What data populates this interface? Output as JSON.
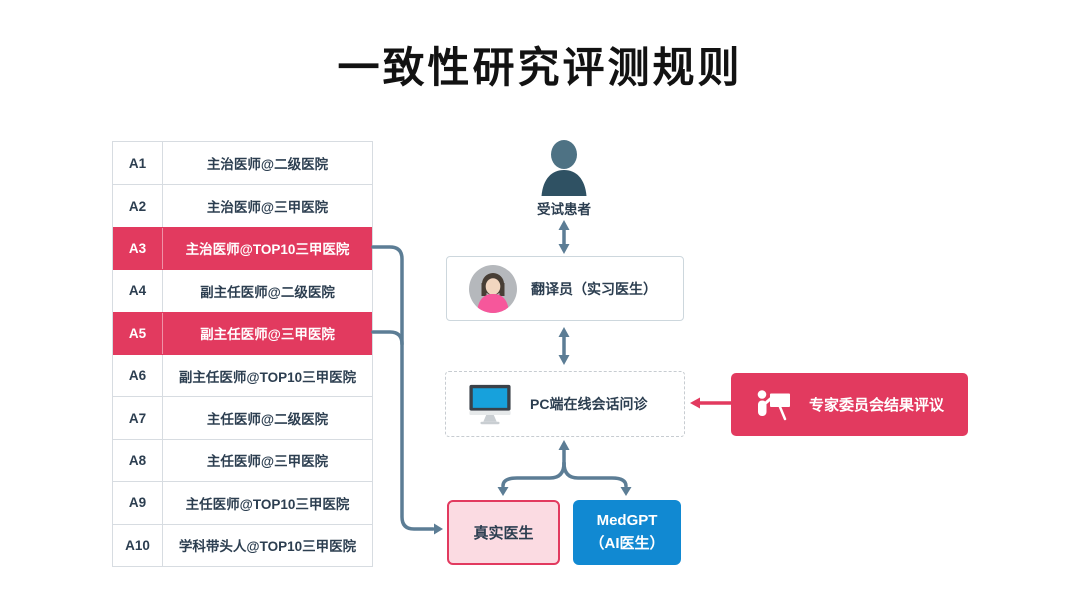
{
  "title": "一致性研究评测规则",
  "doctor_table": {
    "rows": [
      {
        "code": "A1",
        "label": "主治医师@二级医院",
        "highlighted": false
      },
      {
        "code": "A2",
        "label": "主治医师@三甲医院",
        "highlighted": false
      },
      {
        "code": "A3",
        "label": "主治医师@TOP10三甲医院",
        "highlighted": true
      },
      {
        "code": "A4",
        "label": "副主任医师@二级医院",
        "highlighted": false
      },
      {
        "code": "A5",
        "label": "副主任医师@三甲医院",
        "highlighted": true
      },
      {
        "code": "A6",
        "label": "副主任医师@TOP10三甲医院",
        "highlighted": false
      },
      {
        "code": "A7",
        "label": "主任医师@二级医院",
        "highlighted": false
      },
      {
        "code": "A8",
        "label": "主任医师@三甲医院",
        "highlighted": false
      },
      {
        "code": "A9",
        "label": "主任医师@TOP10三甲医院",
        "highlighted": false
      },
      {
        "code": "A10",
        "label": "学科带头人@TOP10三甲医院",
        "highlighted": false
      }
    ]
  },
  "flow": {
    "patient": {
      "label": "受试患者",
      "icon": "person-silhouette-icon"
    },
    "translator": {
      "label": "翻译员（实习医生）",
      "icon": "female-avatar-icon"
    },
    "pc_session": {
      "label": "PC端在线会话问诊",
      "icon": "desktop-monitor-icon"
    },
    "committee": {
      "label": "专家委员会结果评议",
      "icon": "presenter-board-icon"
    },
    "real_doctor": {
      "label": "真实医生"
    },
    "medgpt": {
      "line1": "MedGPT",
      "line2": "（AI医生）"
    }
  },
  "colors": {
    "accent_red": "#E23A5F",
    "pink_fill": "#FBDBE2",
    "blue": "#1189D2",
    "text_slate": "#2C3E50",
    "arrow_slate": "#5C7D95"
  }
}
